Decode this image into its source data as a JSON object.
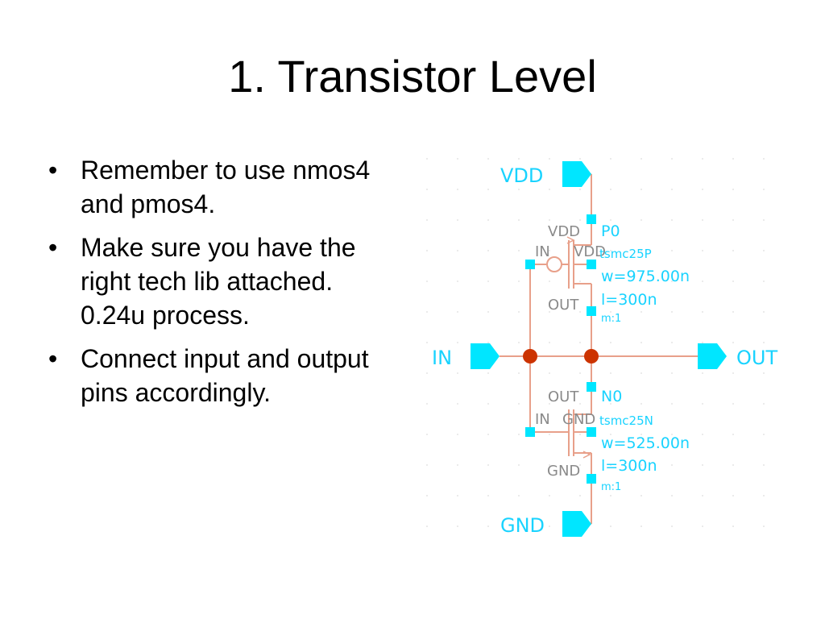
{
  "slide": {
    "title": "1. Transistor Level",
    "bullets": [
      "Remember to use nmos4 and pmos4.",
      "Make sure you have the right tech lib attached. 0.24u process.",
      "Connect input and output pins accordingly."
    ]
  },
  "schematic": {
    "pins": {
      "vdd": "VDD",
      "in": "IN",
      "out": "OUT",
      "gnd": "GND"
    },
    "pmos": {
      "instance": "P0",
      "model": "tsmc25P",
      "width": "w=975.00n",
      "length": "l=300n",
      "mult": "m:1",
      "term_top": "VDD",
      "term_gate": "IN",
      "term_bulk": "VDD",
      "term_drain": "OUT"
    },
    "nmos": {
      "instance": "N0",
      "model": "tsmc25N",
      "width": "w=525.00n",
      "length": "l=300n",
      "mult": "m:1",
      "term_drain": "OUT",
      "term_gate": "IN",
      "term_bulk": "GND",
      "term_bottom": "GND"
    }
  },
  "colors": {
    "wire": "#e8a08a",
    "pin": "#00e6ff",
    "label_cyan": "#19d3ff",
    "junction": "#cc3300",
    "gray_label": "#8a8a8a"
  }
}
